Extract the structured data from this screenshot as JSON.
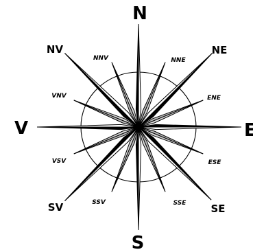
{
  "compass": {
    "cardinal": {
      "north": "N",
      "east": "E",
      "south": "S",
      "west": "V"
    },
    "intercardinal": {
      "northeast": "NE",
      "southeast": "SE",
      "southwest": "SV",
      "northwest": "NV"
    },
    "minor": {
      "nne": "NNE",
      "ene": "ENE",
      "ese": "ESE",
      "sse": "SSE",
      "ssv": "SSV",
      "vsv": "VSV",
      "vnv": "VNV",
      "nnv": "NNV"
    },
    "colors": {
      "ink": "#000000",
      "paper": "#ffffff",
      "minor_fill": "#b8b8b8"
    }
  }
}
